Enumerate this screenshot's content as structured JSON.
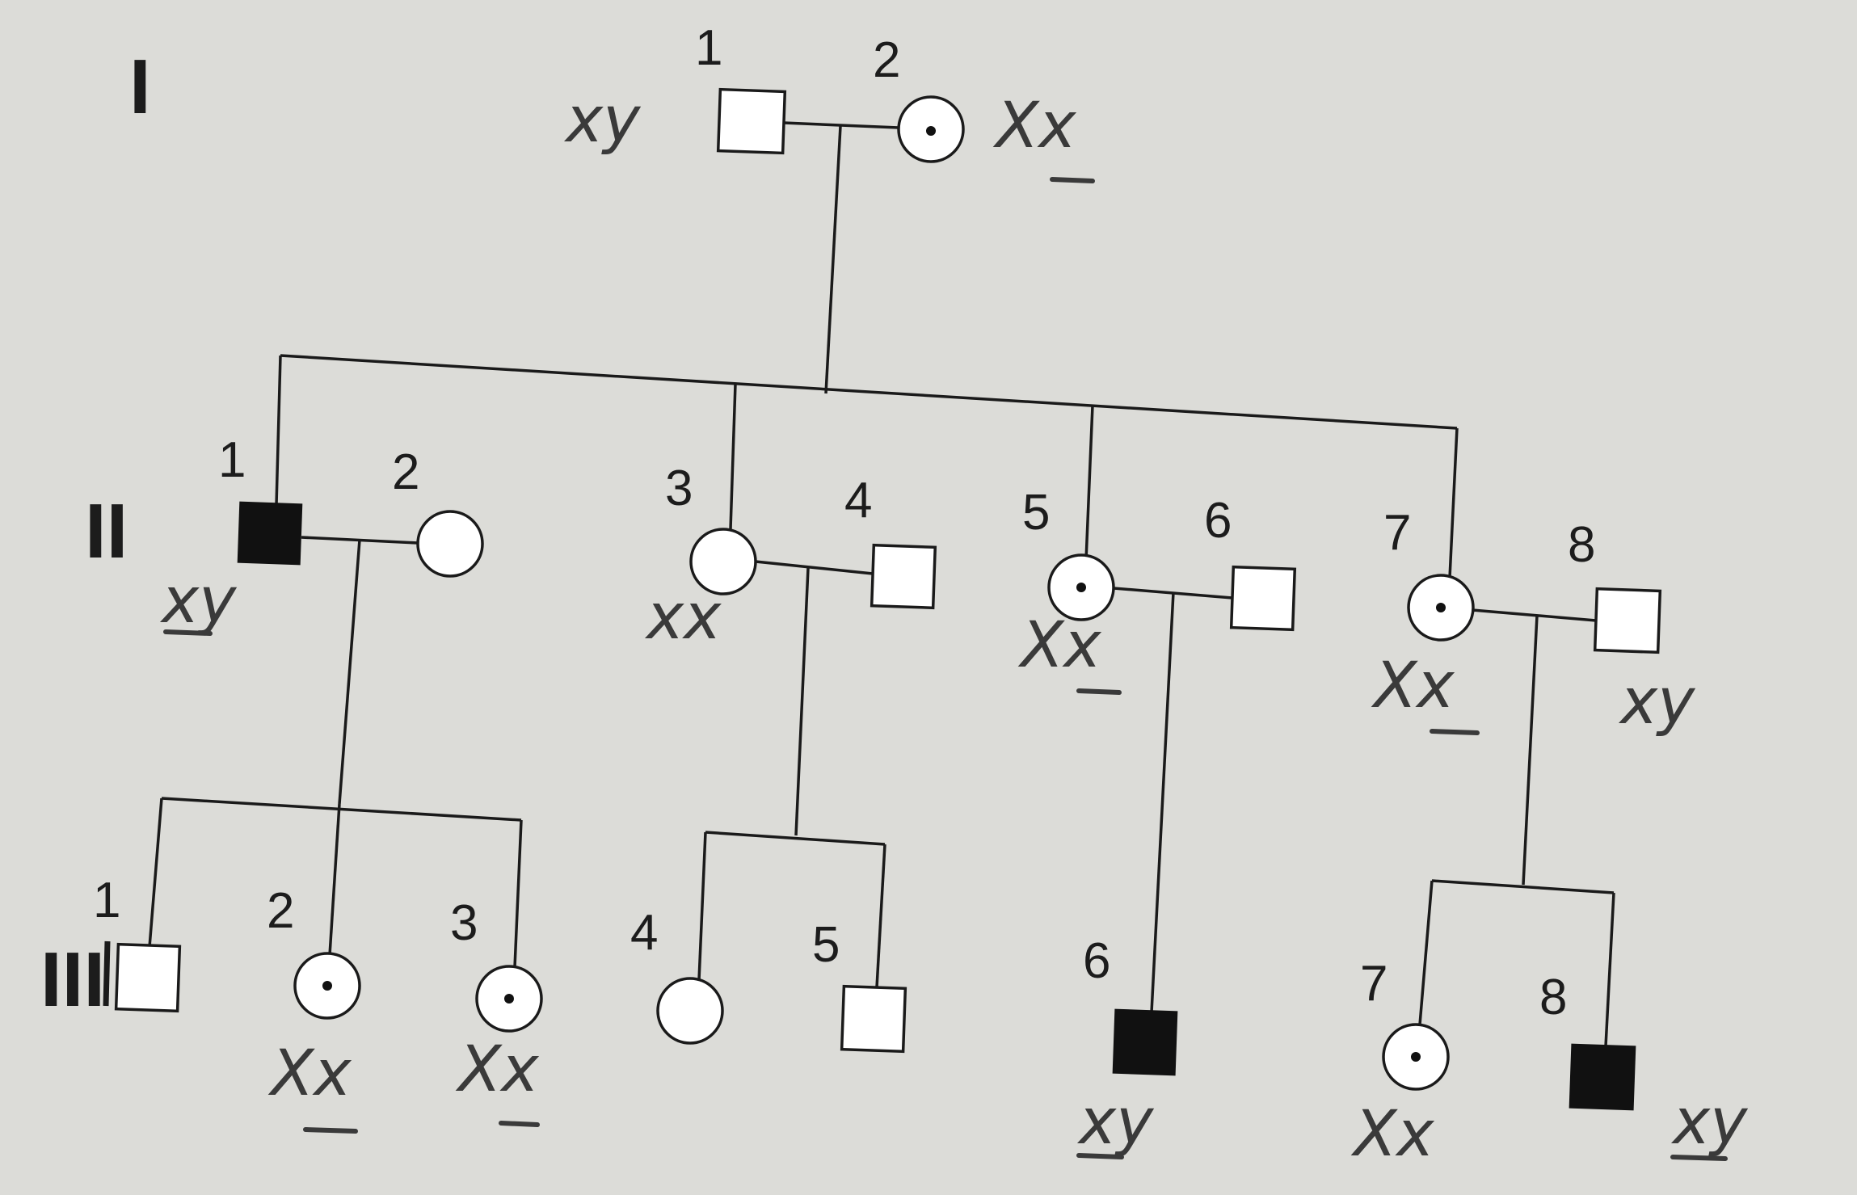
{
  "generations": [
    "I",
    "II",
    "III"
  ],
  "individuals": {
    "I1": {
      "number": "1",
      "genotype": "xy"
    },
    "I2": {
      "number": "2",
      "genotype": "Xx"
    },
    "II1": {
      "number": "1",
      "genotype": "xy"
    },
    "II2": {
      "number": "2",
      "genotype": ""
    },
    "II3": {
      "number": "3",
      "genotype": "xx"
    },
    "II4": {
      "number": "4",
      "genotype": ""
    },
    "II5": {
      "number": "5",
      "genotype": "Xx"
    },
    "II6": {
      "number": "6",
      "genotype": ""
    },
    "II7": {
      "number": "7",
      "genotype": "Xx"
    },
    "II8": {
      "number": "8",
      "genotype": "xy"
    },
    "III1": {
      "number": "1",
      "genotype": ""
    },
    "III2": {
      "number": "2",
      "genotype": "Xx"
    },
    "III3": {
      "number": "3",
      "genotype": "Xx"
    },
    "III4": {
      "number": "4",
      "genotype": ""
    },
    "III5": {
      "number": "5",
      "genotype": ""
    },
    "III6": {
      "number": "6",
      "genotype": "xy"
    },
    "III7": {
      "number": "7",
      "genotype": "Xx"
    },
    "III8": {
      "number": "8",
      "genotype": "xy"
    }
  }
}
